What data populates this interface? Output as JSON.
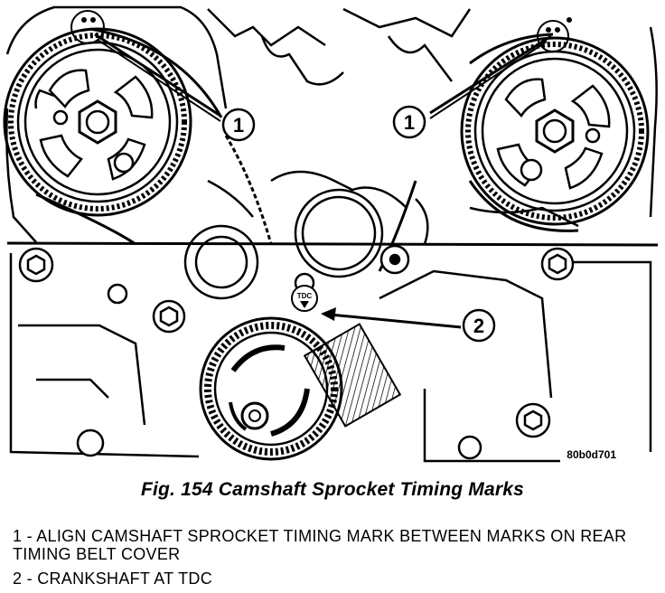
{
  "figure": {
    "caption": "Fig. 154 Camshaft Sprocket Timing Marks",
    "image_code": "80b0d701",
    "callouts": [
      "1",
      "1",
      "2"
    ],
    "tdc_label": "TDC"
  },
  "legend": [
    {
      "text": "1 - ALIGN CAMSHAFT SPROCKET TIMING MARK BETWEEN MARKS ON REAR TIMING BELT COVER"
    },
    {
      "text": "2 - CRANKSHAFT AT TDC"
    }
  ]
}
